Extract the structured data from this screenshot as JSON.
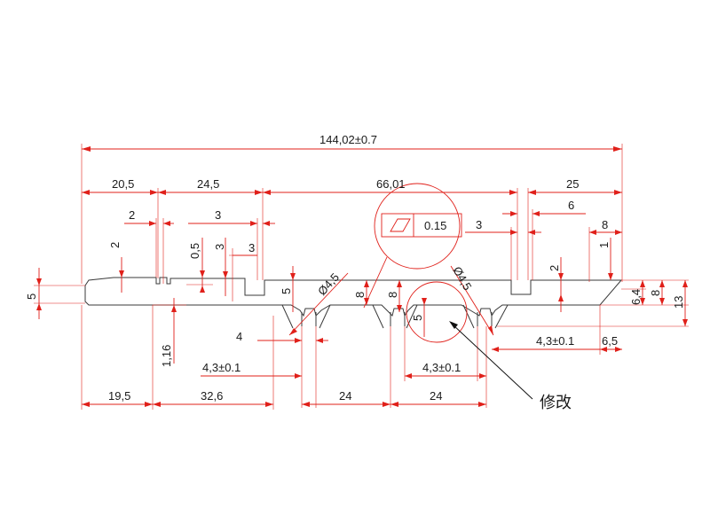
{
  "dimensions": {
    "overall": "144,02±0.7",
    "top_row": [
      "20,5",
      "24,5",
      "66,01",
      "25"
    ],
    "second_row": [
      "2",
      "3",
      "3",
      "6",
      "8"
    ],
    "small_left": [
      "2",
      "0,5",
      "3",
      "5",
      "1,16"
    ],
    "right_side": [
      "2",
      "1",
      "6,4",
      "8",
      "13",
      "6,5",
      "4,3±0.1"
    ],
    "left_height": "5",
    "slot_depth": [
      "5",
      "8",
      "8",
      "5"
    ],
    "diameters": [
      "Ø4,5",
      "Ø4,5"
    ],
    "bottom_row": [
      "19,5",
      "32,6",
      "24",
      "24"
    ],
    "groove": [
      "4",
      "4,3±0.1",
      "4,3±0.1"
    ],
    "flatness": "0.15"
  },
  "note_label": "修改",
  "colors": {
    "dimension": "#e0201a",
    "outline": "#3a3a3a"
  }
}
